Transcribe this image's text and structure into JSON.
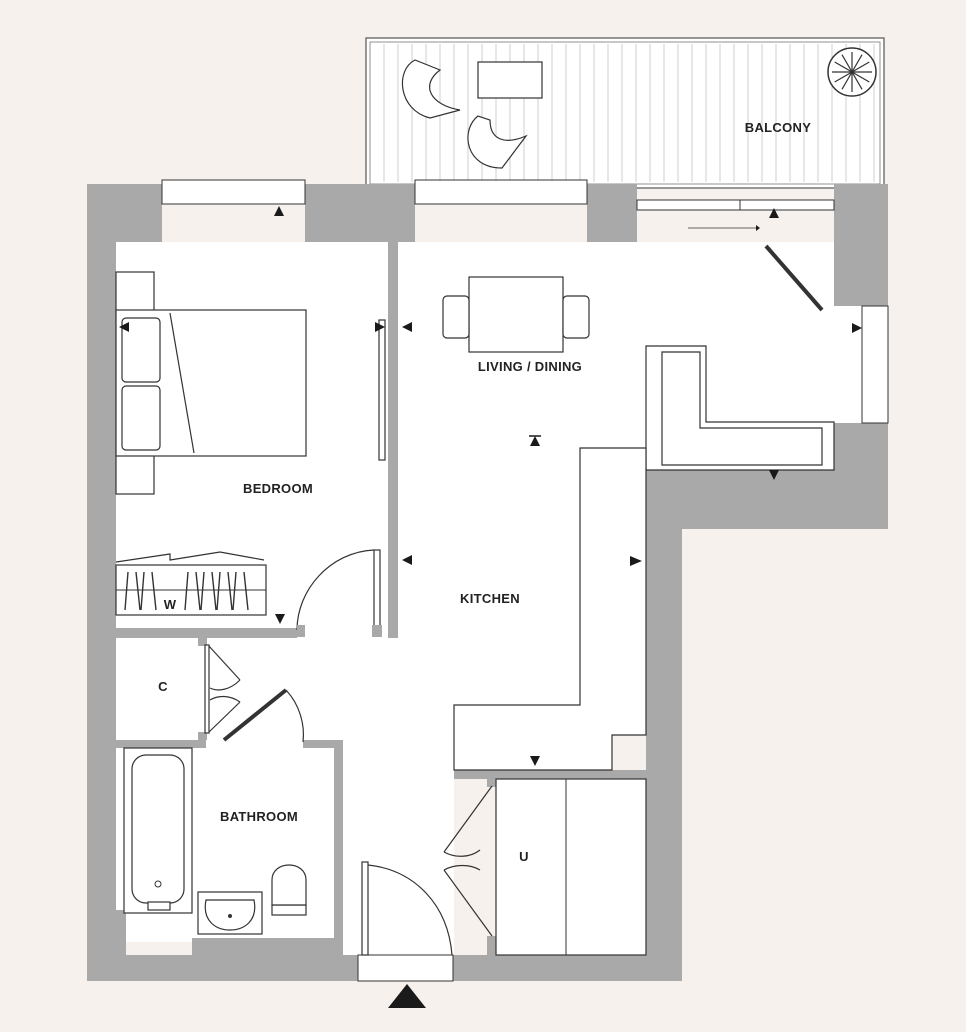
{
  "rooms": {
    "balcony": "BALCONY",
    "living_dining": "LIVING / DINING",
    "bedroom": "BEDROOM",
    "kitchen": "KITCHEN",
    "wardrobe": "W",
    "cupboard": "C",
    "bathroom": "BATHROOM",
    "utility": "U"
  },
  "colors": {
    "background": "#f7f1ee",
    "wall": "#a9a9a9",
    "floor": "#ffffff",
    "line": "#333333"
  },
  "icons": [
    "entrance-arrow-icon",
    "plant-icon",
    "chair-icon",
    "table-icon",
    "bed-icon",
    "bath-icon",
    "toilet-icon",
    "sink-icon"
  ]
}
